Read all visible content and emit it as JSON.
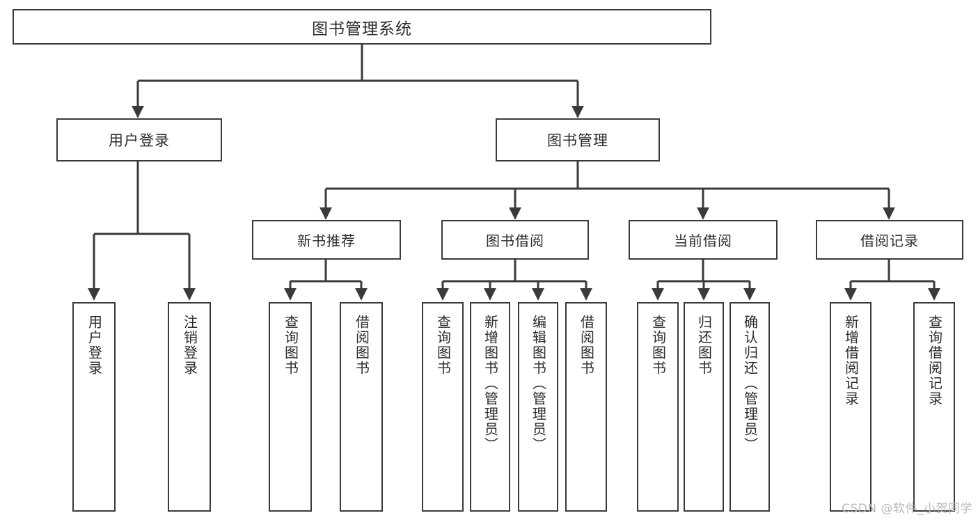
{
  "diagram": {
    "title": "图书管理系统",
    "type": "function-decomposition-tree",
    "watermark": "CSDN @软件_小贺同学",
    "colors": {
      "background": "#ffffff",
      "stroke": "#3a3a3a",
      "text": "#2b2b2b",
      "watermark": "#b9b9b9"
    },
    "root": {
      "label": "图书管理系统"
    },
    "level2": [
      {
        "label": "用户登录"
      },
      {
        "label": "图书管理"
      }
    ],
    "level3": [
      {
        "label": "新书推荐"
      },
      {
        "label": "图书借阅"
      },
      {
        "label": "当前借阅"
      },
      {
        "label": "借阅记录"
      }
    ],
    "leaves": {
      "user_login": [
        {
          "label": "用户登录"
        },
        {
          "label": "注销登录"
        }
      ],
      "new_book_recommend": [
        {
          "label": "查询图书"
        },
        {
          "label": "借阅图书"
        }
      ],
      "book_borrow": [
        {
          "label": "查询图书"
        },
        {
          "label": "新增图书（管理员）"
        },
        {
          "label": "编辑图书（管理员）"
        },
        {
          "label": "借阅图书"
        }
      ],
      "current_borrow": [
        {
          "label": "查询图书"
        },
        {
          "label": "归还图书"
        },
        {
          "label": "确认归还（管理员）"
        }
      ],
      "borrow_record": [
        {
          "label": "新增借阅记录"
        },
        {
          "label": "查询借阅记录"
        }
      ]
    }
  }
}
